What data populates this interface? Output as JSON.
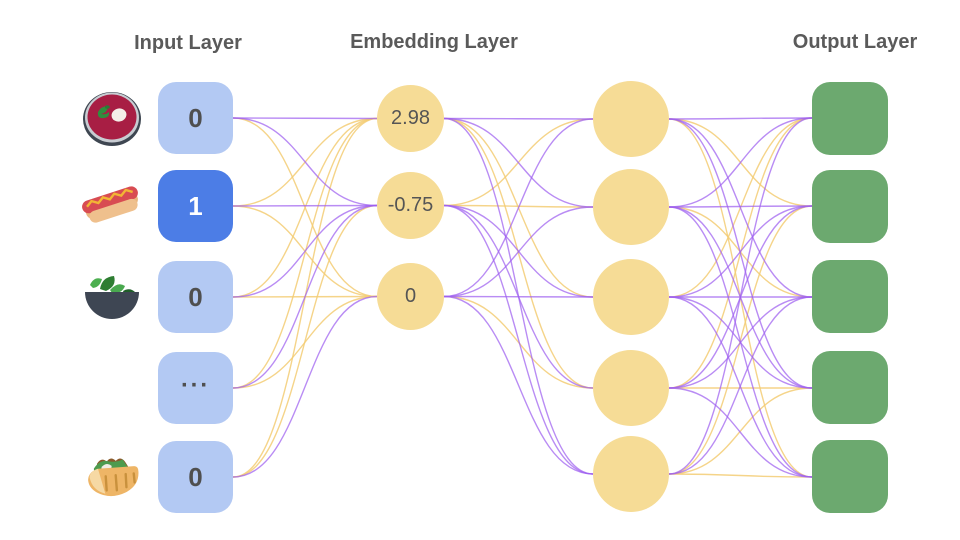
{
  "diagram": {
    "titles": {
      "input": "Input Layer",
      "embedding": "Embedding Layer",
      "output": "Output Layer"
    },
    "input_nodes": [
      {
        "icon": "soup-bowl-icon",
        "label": "0",
        "active": false
      },
      {
        "icon": "hot-dog-icon",
        "label": "1",
        "active": true
      },
      {
        "icon": "salad-bowl-icon",
        "label": "0",
        "active": false
      },
      {
        "icon": "",
        "label": "...",
        "active": false
      },
      {
        "icon": "pita-wrap-icon",
        "label": "0",
        "active": false
      }
    ],
    "embedding_nodes": [
      {
        "value": "2.98"
      },
      {
        "value": "-0.75"
      },
      {
        "value": "0"
      }
    ],
    "hidden_node_count": 5,
    "output_node_count": 5,
    "colors": {
      "input_box": "#b3c9f3",
      "input_box_active": "#4c7de6",
      "node_yellow": "#f6dc96",
      "output_green": "#6ca96f",
      "edge_purple": "#9e5ff0",
      "edge_yellow": "#f3cc74",
      "header_text": "#5a5a5a",
      "value_text": "#4f4f4f"
    },
    "edges": {
      "input_to_embedding": [
        [
          "p",
          "p",
          "y"
        ],
        [
          "y",
          "p",
          "y"
        ],
        [
          "y",
          "p",
          "y"
        ],
        [
          "y",
          "p",
          "y"
        ],
        [
          "y",
          "y",
          "p"
        ]
      ],
      "embedding_to_hidden": [
        [
          "p",
          "p",
          "y",
          "y",
          "p"
        ],
        [
          "y",
          "y",
          "p",
          "p",
          "p"
        ],
        [
          "p",
          "p",
          "p",
          "y",
          "p"
        ]
      ],
      "hidden_to_output": [
        [
          "p",
          "y",
          "p",
          "p",
          "y"
        ],
        [
          "p",
          "p",
          "y",
          "p",
          "p"
        ],
        [
          "y",
          "p",
          "p",
          "p",
          "p"
        ],
        [
          "y",
          "p",
          "p",
          "y",
          "p"
        ],
        [
          "p",
          "y",
          "p",
          "y",
          "y"
        ]
      ]
    }
  }
}
